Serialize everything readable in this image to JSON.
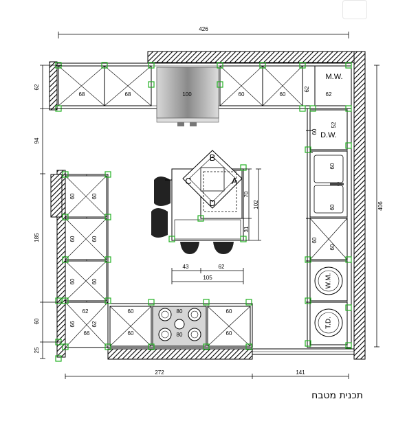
{
  "plan": {
    "title": "תכנית מטבח",
    "dims": {
      "top_total": "426",
      "right_total": "406",
      "bottom_left": "272",
      "bottom_right": "141",
      "left_upper": "62",
      "left_mid": "94",
      "left_main": "185",
      "left_low": "60",
      "left_bottom": "25",
      "island_depth_a": "70",
      "island_depth_total": "102",
      "island_depth_b": "31",
      "island_w1": "43",
      "island_w2": "62",
      "island_total": "105"
    },
    "top_run": {
      "cells": [
        "68",
        "68",
        "100",
        "60",
        "60",
        "62",
        "62"
      ],
      "appliance": "M.W."
    },
    "right_run": {
      "dw_label": "D.W.",
      "dw_dims": [
        "60",
        "52"
      ],
      "sink_dims": [
        "60",
        "60"
      ],
      "lower_dims": [
        "60",
        "60"
      ],
      "washer_label": "W.M.",
      "dryer_label": "T.D."
    },
    "left_run": {
      "col_labels": [
        "60",
        "60",
        "60",
        "60",
        "60",
        "60"
      ],
      "corner_dims": [
        "62",
        "62",
        "66",
        "66"
      ]
    },
    "bottom_run": {
      "top_labels": [
        "60",
        "80",
        "60"
      ],
      "bottom_labels": [
        "60",
        "80",
        "60"
      ]
    },
    "island": {
      "sides": [
        "A",
        "B",
        "C",
        "D"
      ]
    }
  }
}
